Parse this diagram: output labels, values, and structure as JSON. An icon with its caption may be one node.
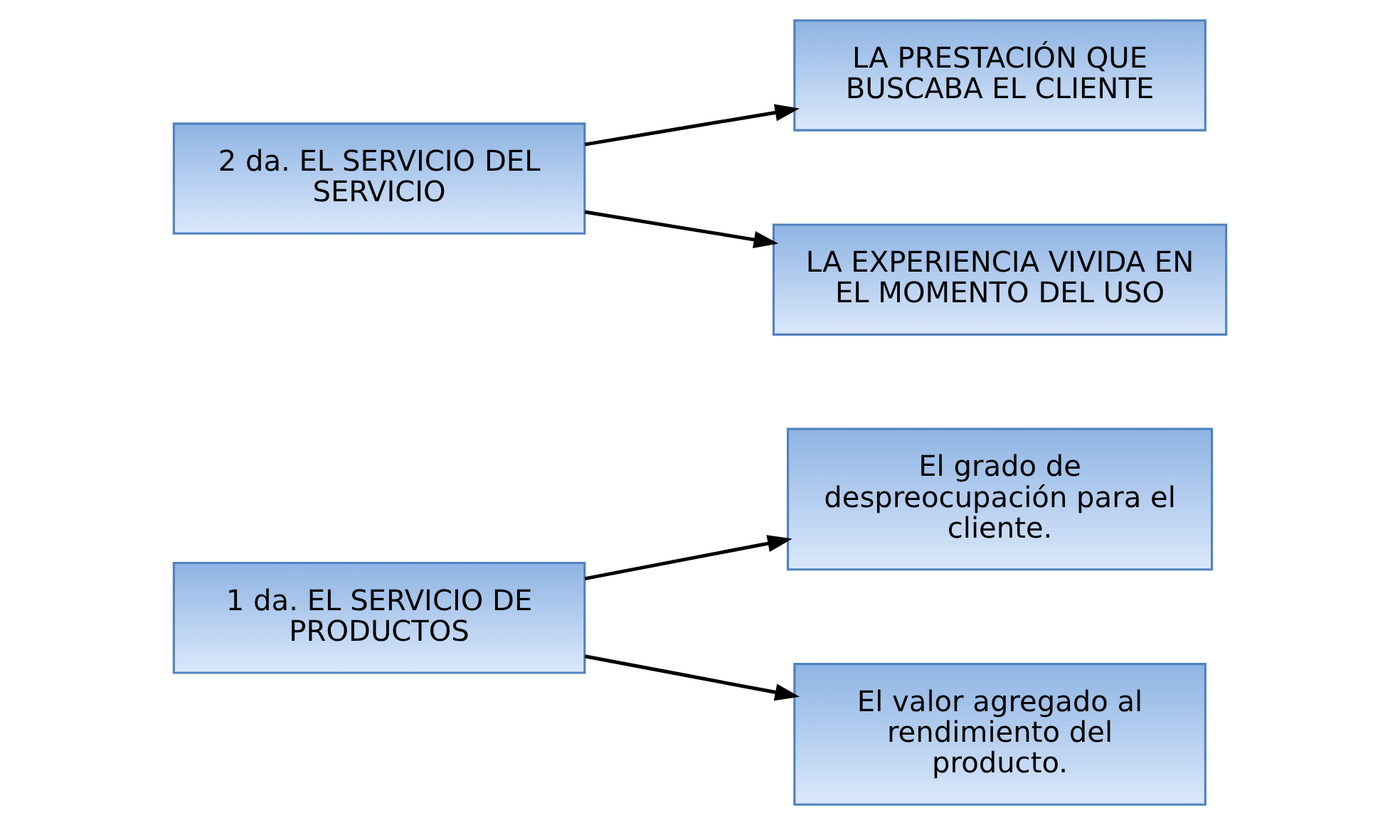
{
  "diagram": {
    "nodes": [
      {
        "text": [
          "1 da. EL SERVICIO DE PRODUCTOS"
        ]
      },
      {
        "text": [
          "El grado de despreocupación para el cliente."
        ]
      },
      {
        "text": [
          "El valor agregado al rendimiento del producto."
        ]
      },
      {
        "text": [
          "2 da. EL SERVICIO DEL SERVICIO"
        ]
      },
      {
        "text": [
          "LA PRESTACIÓN QUE BUSCABA EL CLIENTE"
        ]
      },
      {
        "text": [
          "LA EXPERIENCIA VIVIDA EN EL MOMENTO DEL USO"
        ]
      }
    ],
    "edges": [
      {
        "from": 0,
        "to": 1,
        "arrow": "to"
      },
      {
        "from": 0,
        "to": 2,
        "arrow": "to"
      },
      {
        "from": 3,
        "to": 4,
        "arrow": "to"
      },
      {
        "from": 3,
        "to": 5,
        "arrow": "to"
      }
    ]
  }
}
